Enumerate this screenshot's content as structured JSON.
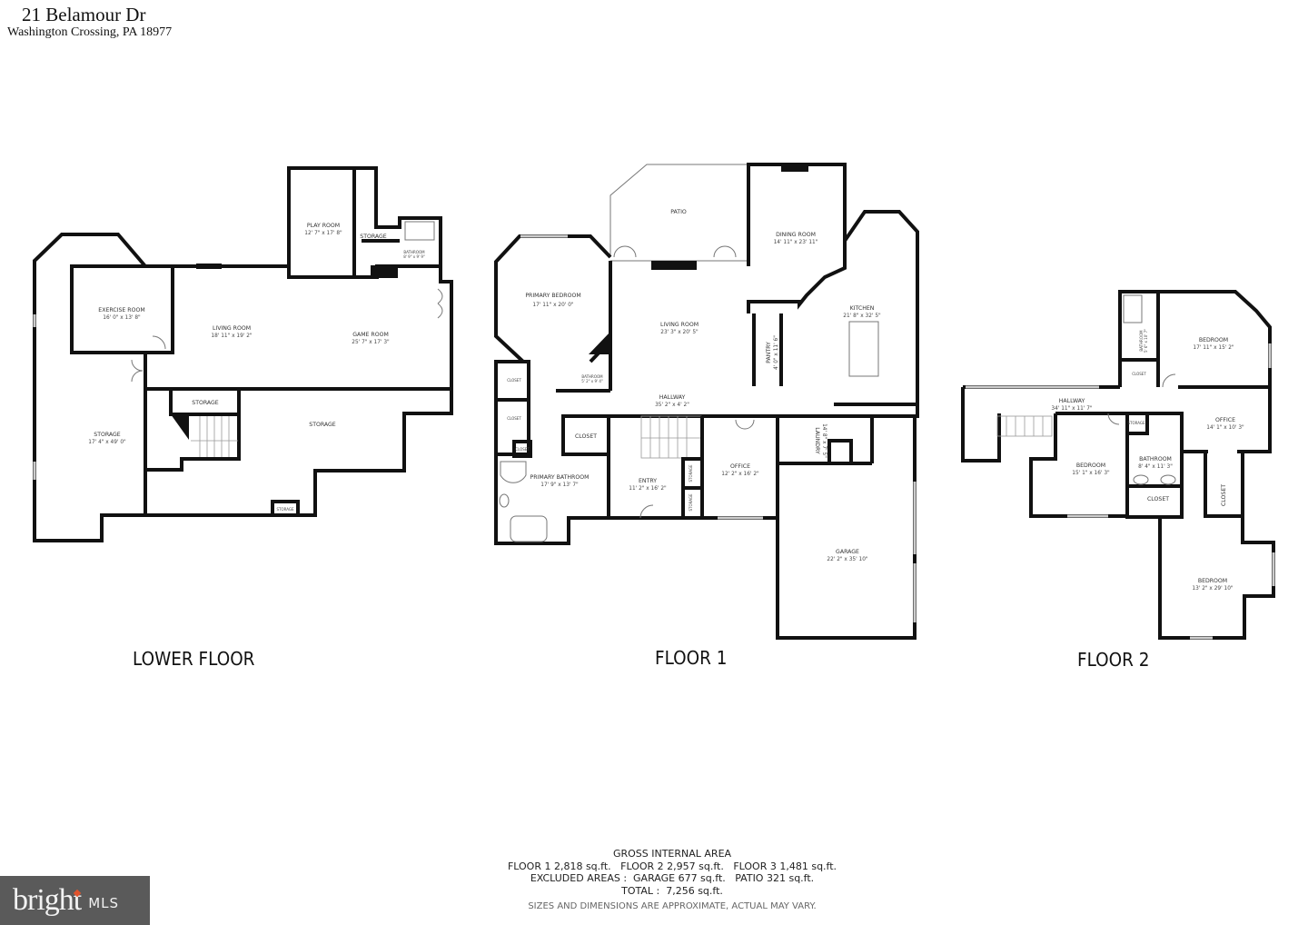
{
  "header": {
    "address_line1": "21 Belamour Dr",
    "address_line2": "Washington Crossing, PA 18977"
  },
  "floors": {
    "lower": {
      "label": "LOWER FLOOR",
      "rooms": [
        {
          "name": "EXERCISE ROOM",
          "dims": "16' 0\" x 13' 8\""
        },
        {
          "name": "LIVING ROOM",
          "dims": "18' 11\" x 19' 2\""
        },
        {
          "name": "PLAY ROOM",
          "dims": "12' 7\" x 17' 8\""
        },
        {
          "name": "STORAGE",
          "dims": ""
        },
        {
          "name": "BATHROOM",
          "dims": "8' 9\" x 9' 9\""
        },
        {
          "name": "GAME ROOM",
          "dims": "25' 7\" x 17' 3\""
        },
        {
          "name": "STORAGE",
          "dims": "17' 4\" x 49' 0\""
        },
        {
          "name": "STORAGE",
          "dims": ""
        },
        {
          "name": "STORAGE",
          "dims": ""
        },
        {
          "name": "STORAGE",
          "dims": ""
        }
      ]
    },
    "floor1": {
      "label": "FLOOR 1",
      "rooms": [
        {
          "name": "PATIO",
          "dims": ""
        },
        {
          "name": "DINING ROOM",
          "dims": "14' 11\" x 23' 11\""
        },
        {
          "name": "PRIMARY BEDROOM",
          "dims": "17' 11\" x 20' 0\""
        },
        {
          "name": "LIVING ROOM",
          "dims": "23' 3\" x 20' 5\""
        },
        {
          "name": "KITCHEN",
          "dims": "21' 8\" x 32' 5\""
        },
        {
          "name": "PANTRY",
          "dims": "4' 0\" x 11' 6\""
        },
        {
          "name": "BATHROOM",
          "dims": "5' 2\" x 9' 4\""
        },
        {
          "name": "CLOSET",
          "dims": ""
        },
        {
          "name": "CLOSET",
          "dims": ""
        },
        {
          "name": "CLOSET",
          "dims": ""
        },
        {
          "name": "CLOSET",
          "dims": ""
        },
        {
          "name": "HALLWAY",
          "dims": "35' 2\" x 4' 2\""
        },
        {
          "name": "PRIMARY BATHROOM",
          "dims": "17' 9\" x 13' 7\""
        },
        {
          "name": "ENTRY",
          "dims": "11' 2\" x 16' 2\""
        },
        {
          "name": "OFFICE",
          "dims": "12' 2\" x 16' 2\""
        },
        {
          "name": "STORAGE",
          "dims": ""
        },
        {
          "name": "STORAGE",
          "dims": ""
        },
        {
          "name": "LAUNDRY",
          "dims": "14' 8\" x 7' 5\""
        },
        {
          "name": "GARAGE",
          "dims": "22' 2\" x 35' 10\""
        }
      ]
    },
    "floor2": {
      "label": "FLOOR 2",
      "rooms": [
        {
          "name": "BATHROOM",
          "dims": "5' 6\" x 10' 7\""
        },
        {
          "name": "BEDROOM",
          "dims": "17' 11\" x 15' 2\""
        },
        {
          "name": "CLOSET",
          "dims": ""
        },
        {
          "name": "HALLWAY",
          "dims": "34' 11\" x 11' 7\""
        },
        {
          "name": "STORAGE",
          "dims": ""
        },
        {
          "name": "OFFICE",
          "dims": "14' 1\" x 10' 3\""
        },
        {
          "name": "BEDROOM",
          "dims": "15' 1\" x 16' 3\""
        },
        {
          "name": "BATHROOM",
          "dims": "8' 4\" x 11' 3\""
        },
        {
          "name": "CLOSET",
          "dims": ""
        },
        {
          "name": "CLOSET",
          "dims": ""
        },
        {
          "name": "BEDROOM",
          "dims": "13' 2\" x 29' 10\""
        }
      ]
    }
  },
  "area_summary": {
    "title": "GROSS INTERNAL AREA",
    "floors_line": "FLOOR 1 2,818 sq.ft.   FLOOR 2 2,957 sq.ft.   FLOOR 3 1,481 sq.ft.",
    "excluded_line": "EXCLUDED AREAS :  GARAGE 677 sq.ft.   PATIO 321 sq.ft.",
    "total_line": "TOTAL :  7,256 sq.ft.",
    "disclaimer": "SIZES AND DIMENSIONS ARE APPROXIMATE, ACTUAL MAY VARY."
  },
  "logo": {
    "brand": "bright",
    "suffix": "MLS",
    "accent_color": "#e0522b"
  }
}
